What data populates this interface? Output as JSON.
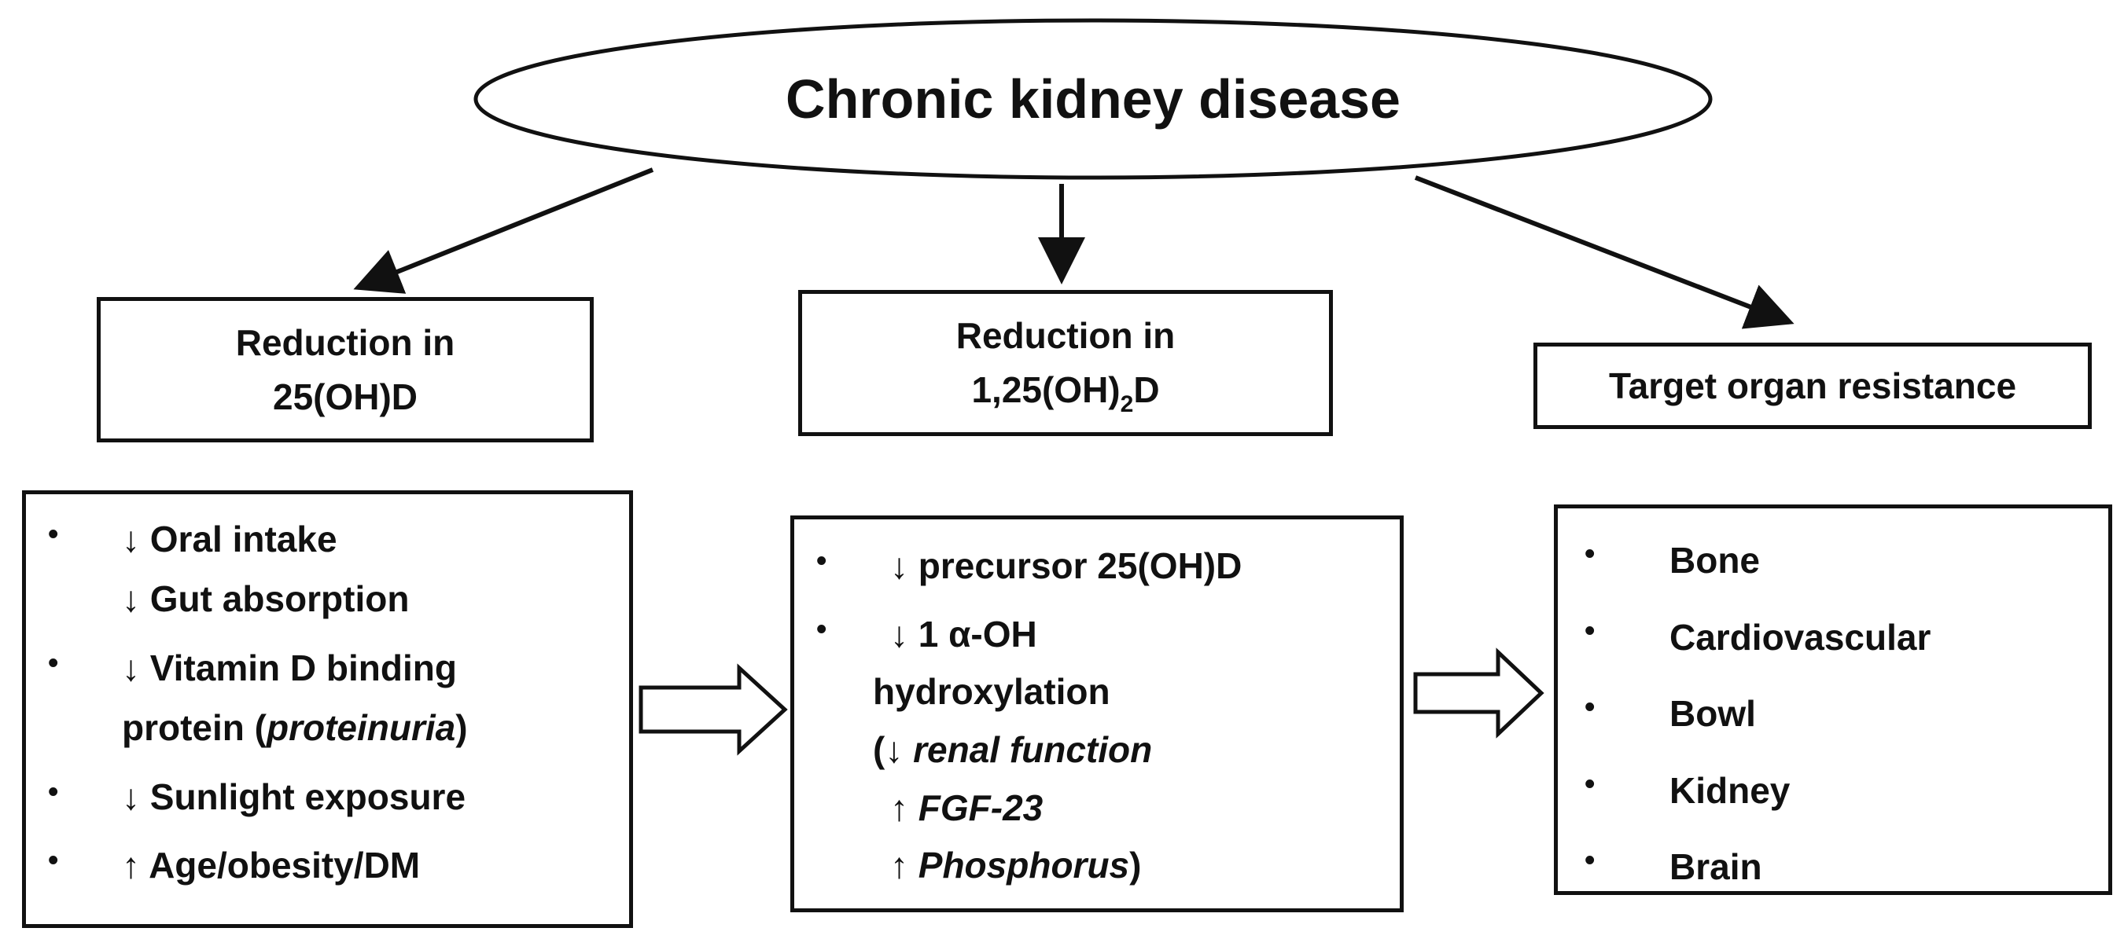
{
  "title": "Chronic kidney disease",
  "boxes": {
    "left_header": {
      "line1": "Reduction in",
      "line2": "25(OH)D"
    },
    "middle_header": {
      "line1": "Reduction in",
      "line2_pre": "1,25(OH)",
      "line2_sub": "2",
      "line2_post": "D"
    },
    "right_header": {
      "text": "Target organ resistance"
    }
  },
  "left_list": {
    "item1_line1": "↓ Oral intake",
    "item1_line2": "↓ Gut absorption",
    "item2_line1": "↓ Vitamin D binding",
    "item2_line2_pre": "protein  (",
    "item2_line2_italic": "proteinuria",
    "item2_line2_post": ")",
    "item3": "↓ Sunlight exposure",
    "item4": "↑ Age/obesity/DM"
  },
  "middle_list": {
    "item1": "↓ precursor 25(OH)D",
    "item2_line1": "↓ 1 α-OH",
    "item2_line2": "hydroxylation",
    "item2_line3_pre": "(↓ ",
    "item2_line3_italic": "renal function",
    "item2_line4_pre": "↑ ",
    "item2_line4_italic": "FGF-23",
    "item2_line5_pre": "↑ ",
    "item2_line5_italic": "Phosphorus",
    "item2_line5_post": ")"
  },
  "right_list": [
    "Bone",
    "Cardiovascular",
    "Bowl",
    "Kidney",
    "Brain"
  ]
}
